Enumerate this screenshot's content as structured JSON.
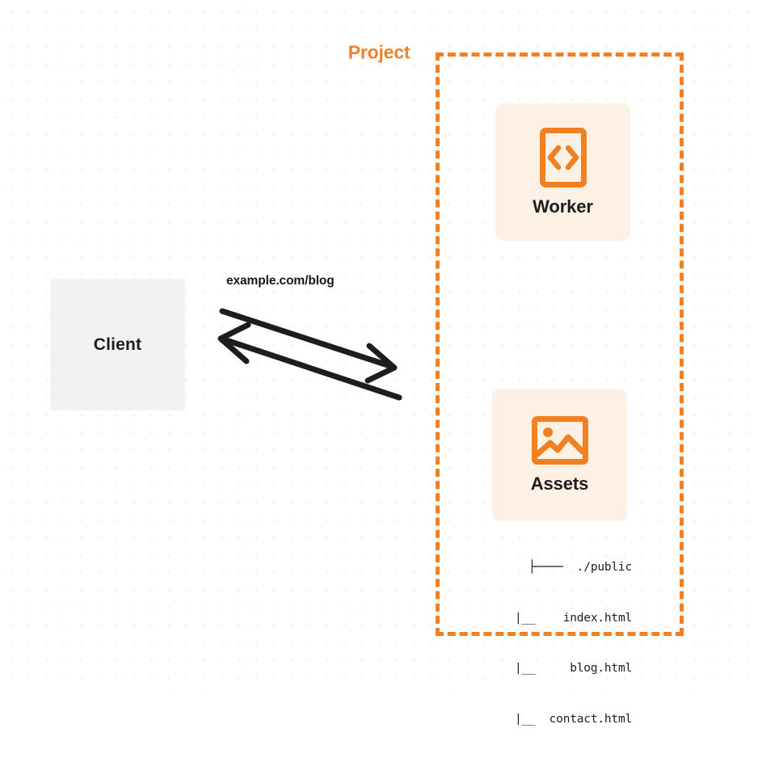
{
  "diagram": {
    "title": "Worker with static assets request flow",
    "colors": {
      "accent_orange": "#f38020",
      "card_fill": "#fdf1e5",
      "client_fill": "#f1f2f4",
      "text_dark": "#1d1d1d",
      "grid_dot": "#e9ebed",
      "background": "#ffffff"
    }
  },
  "client": {
    "label": "Client"
  },
  "connection": {
    "label": "example.com/blog",
    "request_direction": "client-to-project",
    "response_direction": "project-to-client"
  },
  "project": {
    "title": "Project",
    "nodes": [
      {
        "id": "worker",
        "label": "Worker",
        "icon": "code-brackets-icon"
      },
      {
        "id": "assets",
        "label": "Assets",
        "icon": "image-icon"
      }
    ]
  },
  "file_tree": {
    "lines": [
      "├────  ./public",
      "    |__    index.html",
      "    |__     blog.html",
      "    |__  contact.html"
    ],
    "root": "./public",
    "files": [
      "index.html",
      "blog.html",
      "contact.html"
    ]
  }
}
